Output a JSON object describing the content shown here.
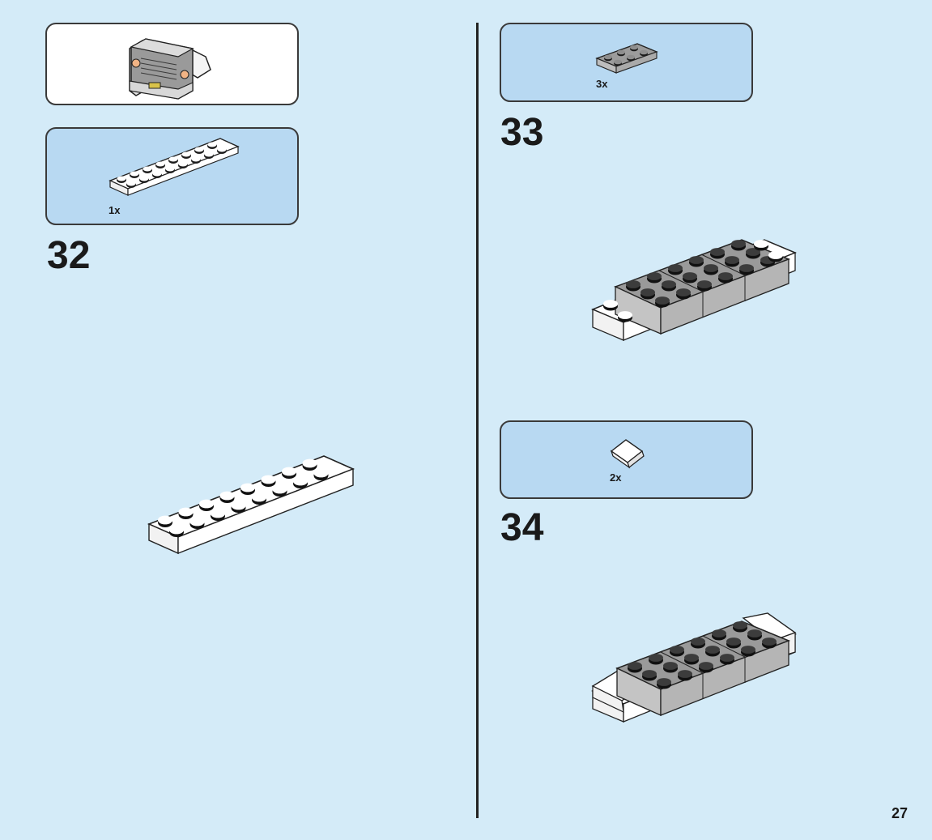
{
  "page": {
    "number": "27",
    "background_color": "#d4ebf8",
    "callout_color": "#b8d9f2"
  },
  "steps": [
    {
      "number": "32",
      "parts": [
        {
          "quantity": "1x",
          "part": "white-plate-2x8-icon"
        }
      ]
    },
    {
      "number": "33",
      "parts": [
        {
          "quantity": "3x",
          "part": "gray-plate-2x3-icon"
        }
      ]
    },
    {
      "number": "34",
      "parts": [
        {
          "quantity": "2x",
          "part": "white-slope-tile-icon"
        }
      ]
    }
  ],
  "submodel_preview": {
    "part": "vehicle-front-grille-icon"
  }
}
